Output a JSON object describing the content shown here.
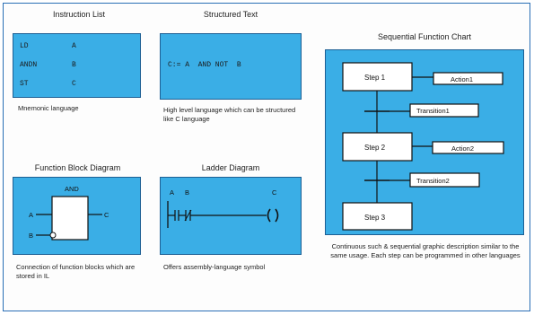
{
  "panels": {
    "instruction_list": {
      "title": "Instruction List",
      "lines": [
        {
          "op": "LD",
          "arg": "A"
        },
        {
          "op": "ANDN",
          "arg": "B"
        },
        {
          "op": "ST",
          "arg": "C"
        }
      ],
      "caption": "Mnemonic language"
    },
    "structured_text": {
      "title": "Structured Text",
      "code": "C:= A  AND NOT  B",
      "caption": "High level language which can be structured like C language"
    },
    "function_block": {
      "title": "Function Block Diagram",
      "block_label": "AND",
      "input_a": "A",
      "input_b": "B",
      "output": "C",
      "caption": "Connection of function blocks which are stored in IL"
    },
    "ladder": {
      "title": "Ladder Diagram",
      "label_a": "A",
      "label_b": "B",
      "label_c": "C",
      "caption": "Offers assembly-language symbol"
    },
    "sfc": {
      "title": "Sequential Function Chart",
      "steps": [
        "Step 1",
        "Step 2",
        "Step 3"
      ],
      "transitions": [
        "Transition1",
        "Transition2"
      ],
      "actions": [
        "Action1",
        "Action2"
      ],
      "caption": "Continuous such & sequential graphic description similar to the same usage. Each step can be programmed in other languages"
    }
  }
}
